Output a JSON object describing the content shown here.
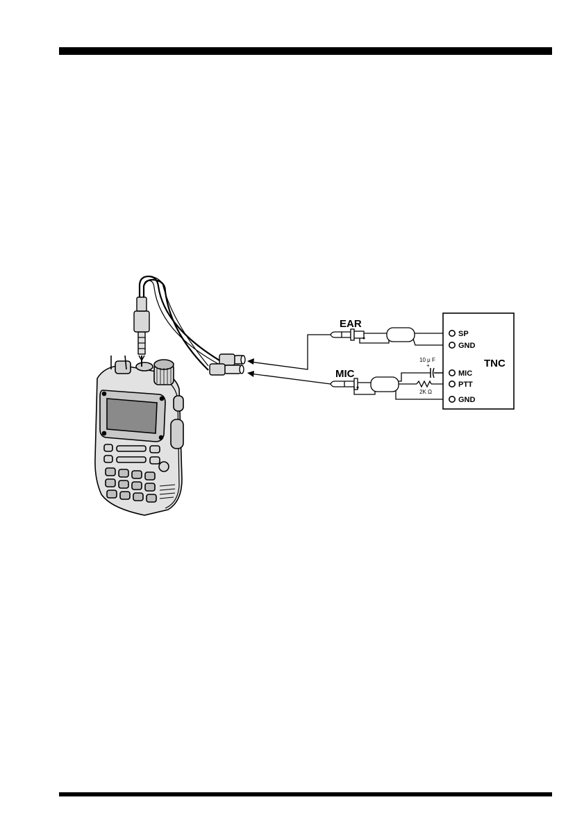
{
  "diagram": {
    "tnc_label": "TNC",
    "ear_label": "EAR",
    "mic_label": "MIC",
    "pins": [
      "SP",
      "GND",
      "MIC",
      "PTT",
      "GND"
    ],
    "capacitor_value": "10 μ F",
    "capacitor_polarity": "+",
    "resistor_value": "2K Ω"
  }
}
